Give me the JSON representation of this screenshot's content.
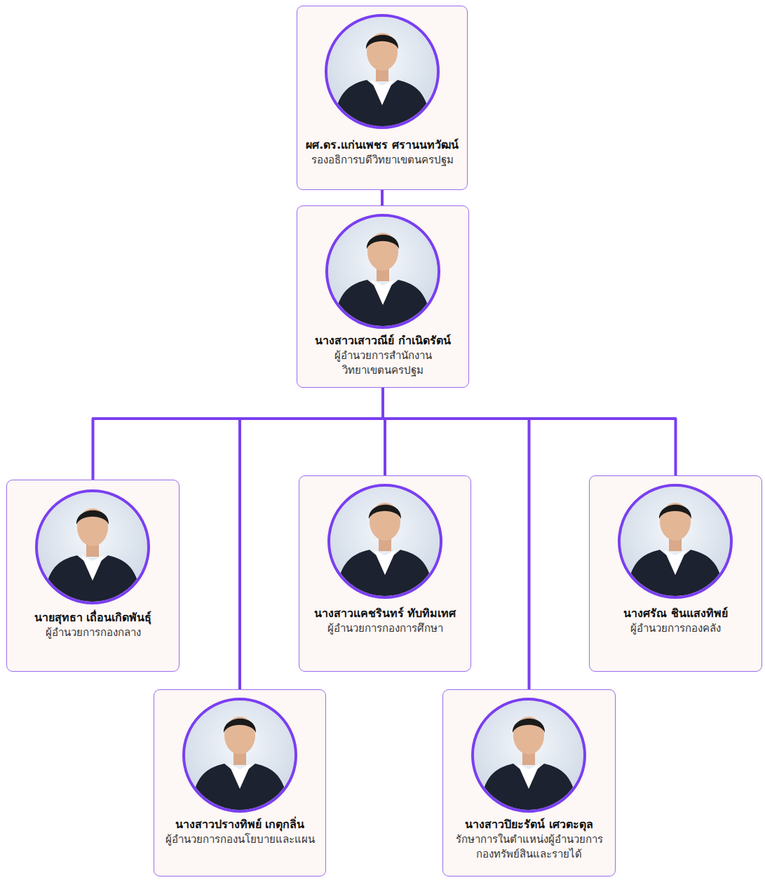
{
  "diagram": {
    "nodes": [
      {
        "text": [
          "ผศ.ดร.แก่นเพชร ศรานนทวัฒน์",
          "รองอธิการบดีวิทยาเขตนครปฐม"
        ]
      },
      {
        "text": [
          "นางสาวเสาวณีย์ กำเนิดรัตน์",
          "ผู้อำนวยการสำนักงาน วิทยาเขตนครปฐม"
        ]
      },
      {
        "text": [
          "นายสุทธา เถื่อนเกิดพันธุ์",
          "ผู้อำนวยการกองกลาง"
        ]
      },
      {
        "text": [
          "นางสาวแคชรินทร์ ทับทิมเทศ",
          "ผู้อำนวยการกองการศึกษา"
        ]
      },
      {
        "text": [
          "นางศรัณ ชินแสงทิพย์",
          "ผู้อำนวยการกองคลัง"
        ]
      },
      {
        "text": [
          "นางสาวปรางทิพย์ เกตุกลิ่น",
          "ผู้อำนวยการกองนโยบายและแผน"
        ]
      },
      {
        "text": [
          "นางสาวปิยะรัตน์ เศวตะดุล",
          "รักษาการในตำแหน่งผู้อำนวยการ กองทรัพย์สินและรายได้"
        ]
      }
    ],
    "edges": [
      {
        "from": 0,
        "to": 1,
        "arrow": "none"
      },
      {
        "from": 1,
        "to": 2,
        "arrow": "none"
      },
      {
        "from": 1,
        "to": 3,
        "arrow": "none"
      },
      {
        "from": 1,
        "to": 4,
        "arrow": "none"
      },
      {
        "from": 1,
        "to": 5,
        "arrow": "none"
      },
      {
        "from": 1,
        "to": 6,
        "arrow": "none"
      }
    ]
  }
}
